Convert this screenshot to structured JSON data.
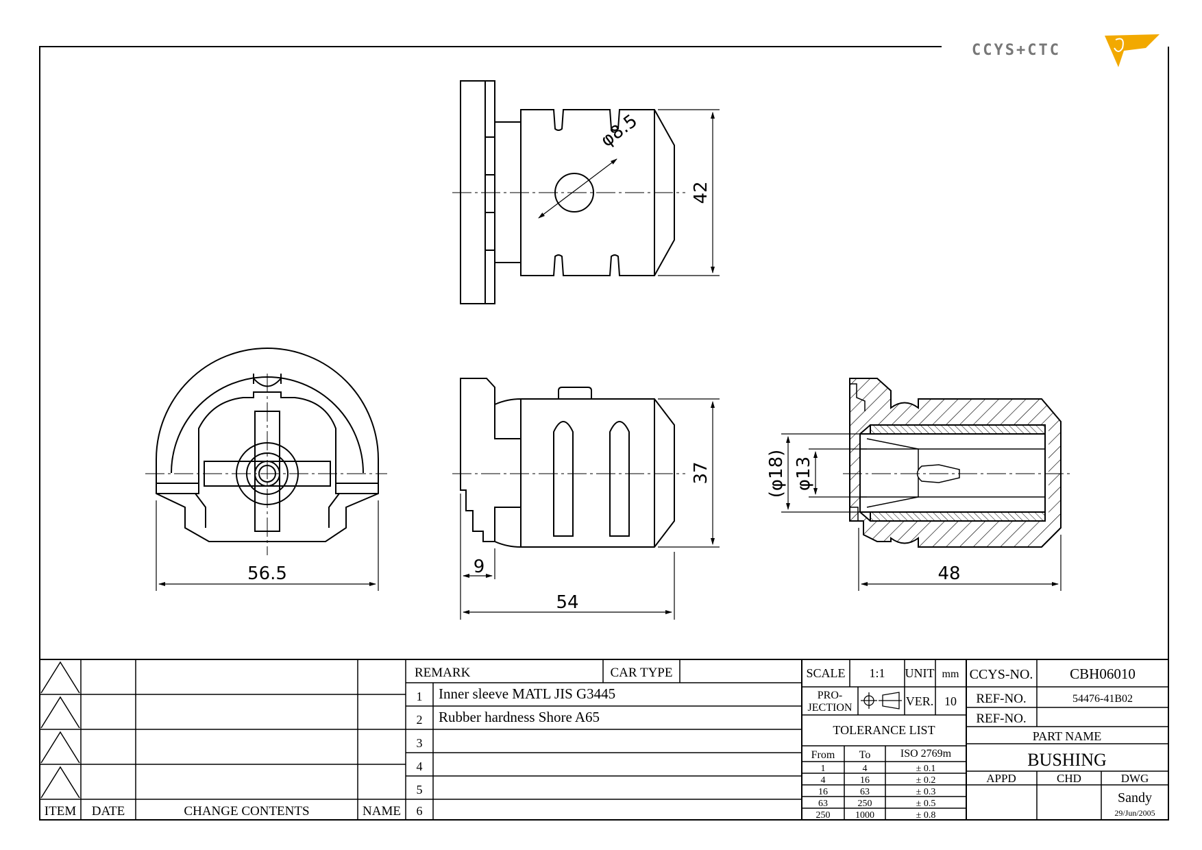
{
  "logo": {
    "text": "CCYS+CTC",
    "accent_color": "#f2a900",
    "text_color": "#777777"
  },
  "dimensions": {
    "top_diameter": "φ8.5",
    "top_height": "42",
    "front_width": "56.5",
    "side_height": "37",
    "side_flange": "9",
    "side_length": "54",
    "section_outer_dia": "(φ18)",
    "section_inner_dia": "φ13",
    "section_length": "48"
  },
  "revision_block": {
    "headers": {
      "item": "ITEM",
      "date": "DATE",
      "change": "CHANGE CONTENTS",
      "name": "NAME"
    },
    "rows": 4
  },
  "remarks": {
    "header": "REMARK",
    "car_type_label": "CAR TYPE",
    "car_type_value": "",
    "items": [
      {
        "no": "1",
        "text": "Inner sleeve MATL JIS G3445"
      },
      {
        "no": "2",
        "text": "Rubber hardness Shore A65"
      },
      {
        "no": "3",
        "text": ""
      },
      {
        "no": "4",
        "text": ""
      },
      {
        "no": "5",
        "text": ""
      },
      {
        "no": "6",
        "text": ""
      }
    ]
  },
  "info": {
    "scale_label": "SCALE",
    "scale_value": "1:1",
    "unit_label": "UNIT",
    "unit_value": "mm",
    "projection_label_1": "PRO-",
    "projection_label_2": "JECTION",
    "ver_label": "VER.",
    "ver_value": "10"
  },
  "tolerance": {
    "title": "TOLERANCE LIST",
    "headers": [
      "From",
      "To",
      "ISO 2769m"
    ],
    "rows": [
      [
        "1",
        "4",
        "± 0.1"
      ],
      [
        "4",
        "16",
        "± 0.2"
      ],
      [
        "16",
        "63",
        "± 0.3"
      ],
      [
        "63",
        "250",
        "± 0.5"
      ],
      [
        "250",
        "1000",
        "± 0.8"
      ]
    ]
  },
  "title_block": {
    "ccys_label": "CCYS-NO.",
    "ccys_value": "CBH06010",
    "ref1_label": "REF-NO.",
    "ref1_value": "54476-41B02",
    "ref2_label": "REF-NO.",
    "ref2_value": "",
    "part_name_label": "PART NAME",
    "part_name": "BUSHING",
    "appd_label": "APPD",
    "chd_label": "CHD",
    "dwg_label": "DWG",
    "dwg_name": "Sandy",
    "dwg_date": "29/Jun/2005"
  }
}
